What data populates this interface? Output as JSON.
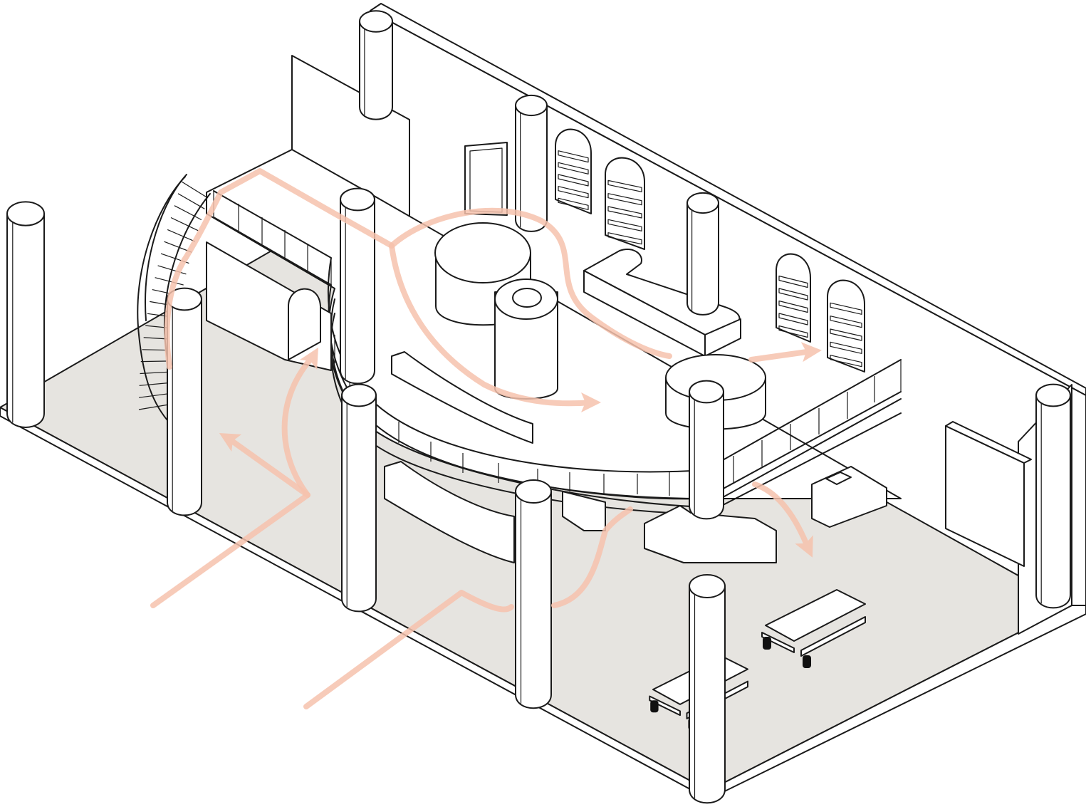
{
  "drawing": {
    "kind": "isometric axonometric interior drawing",
    "colors": {
      "linework": "#1a1a1a",
      "ground_floor": "#e6e4e0",
      "mezzanine_floor": "#ffffff",
      "circulation": "#f6c2ad",
      "furniture_legs": "#111111"
    },
    "circulation_paths": 9,
    "columns": 11
  }
}
